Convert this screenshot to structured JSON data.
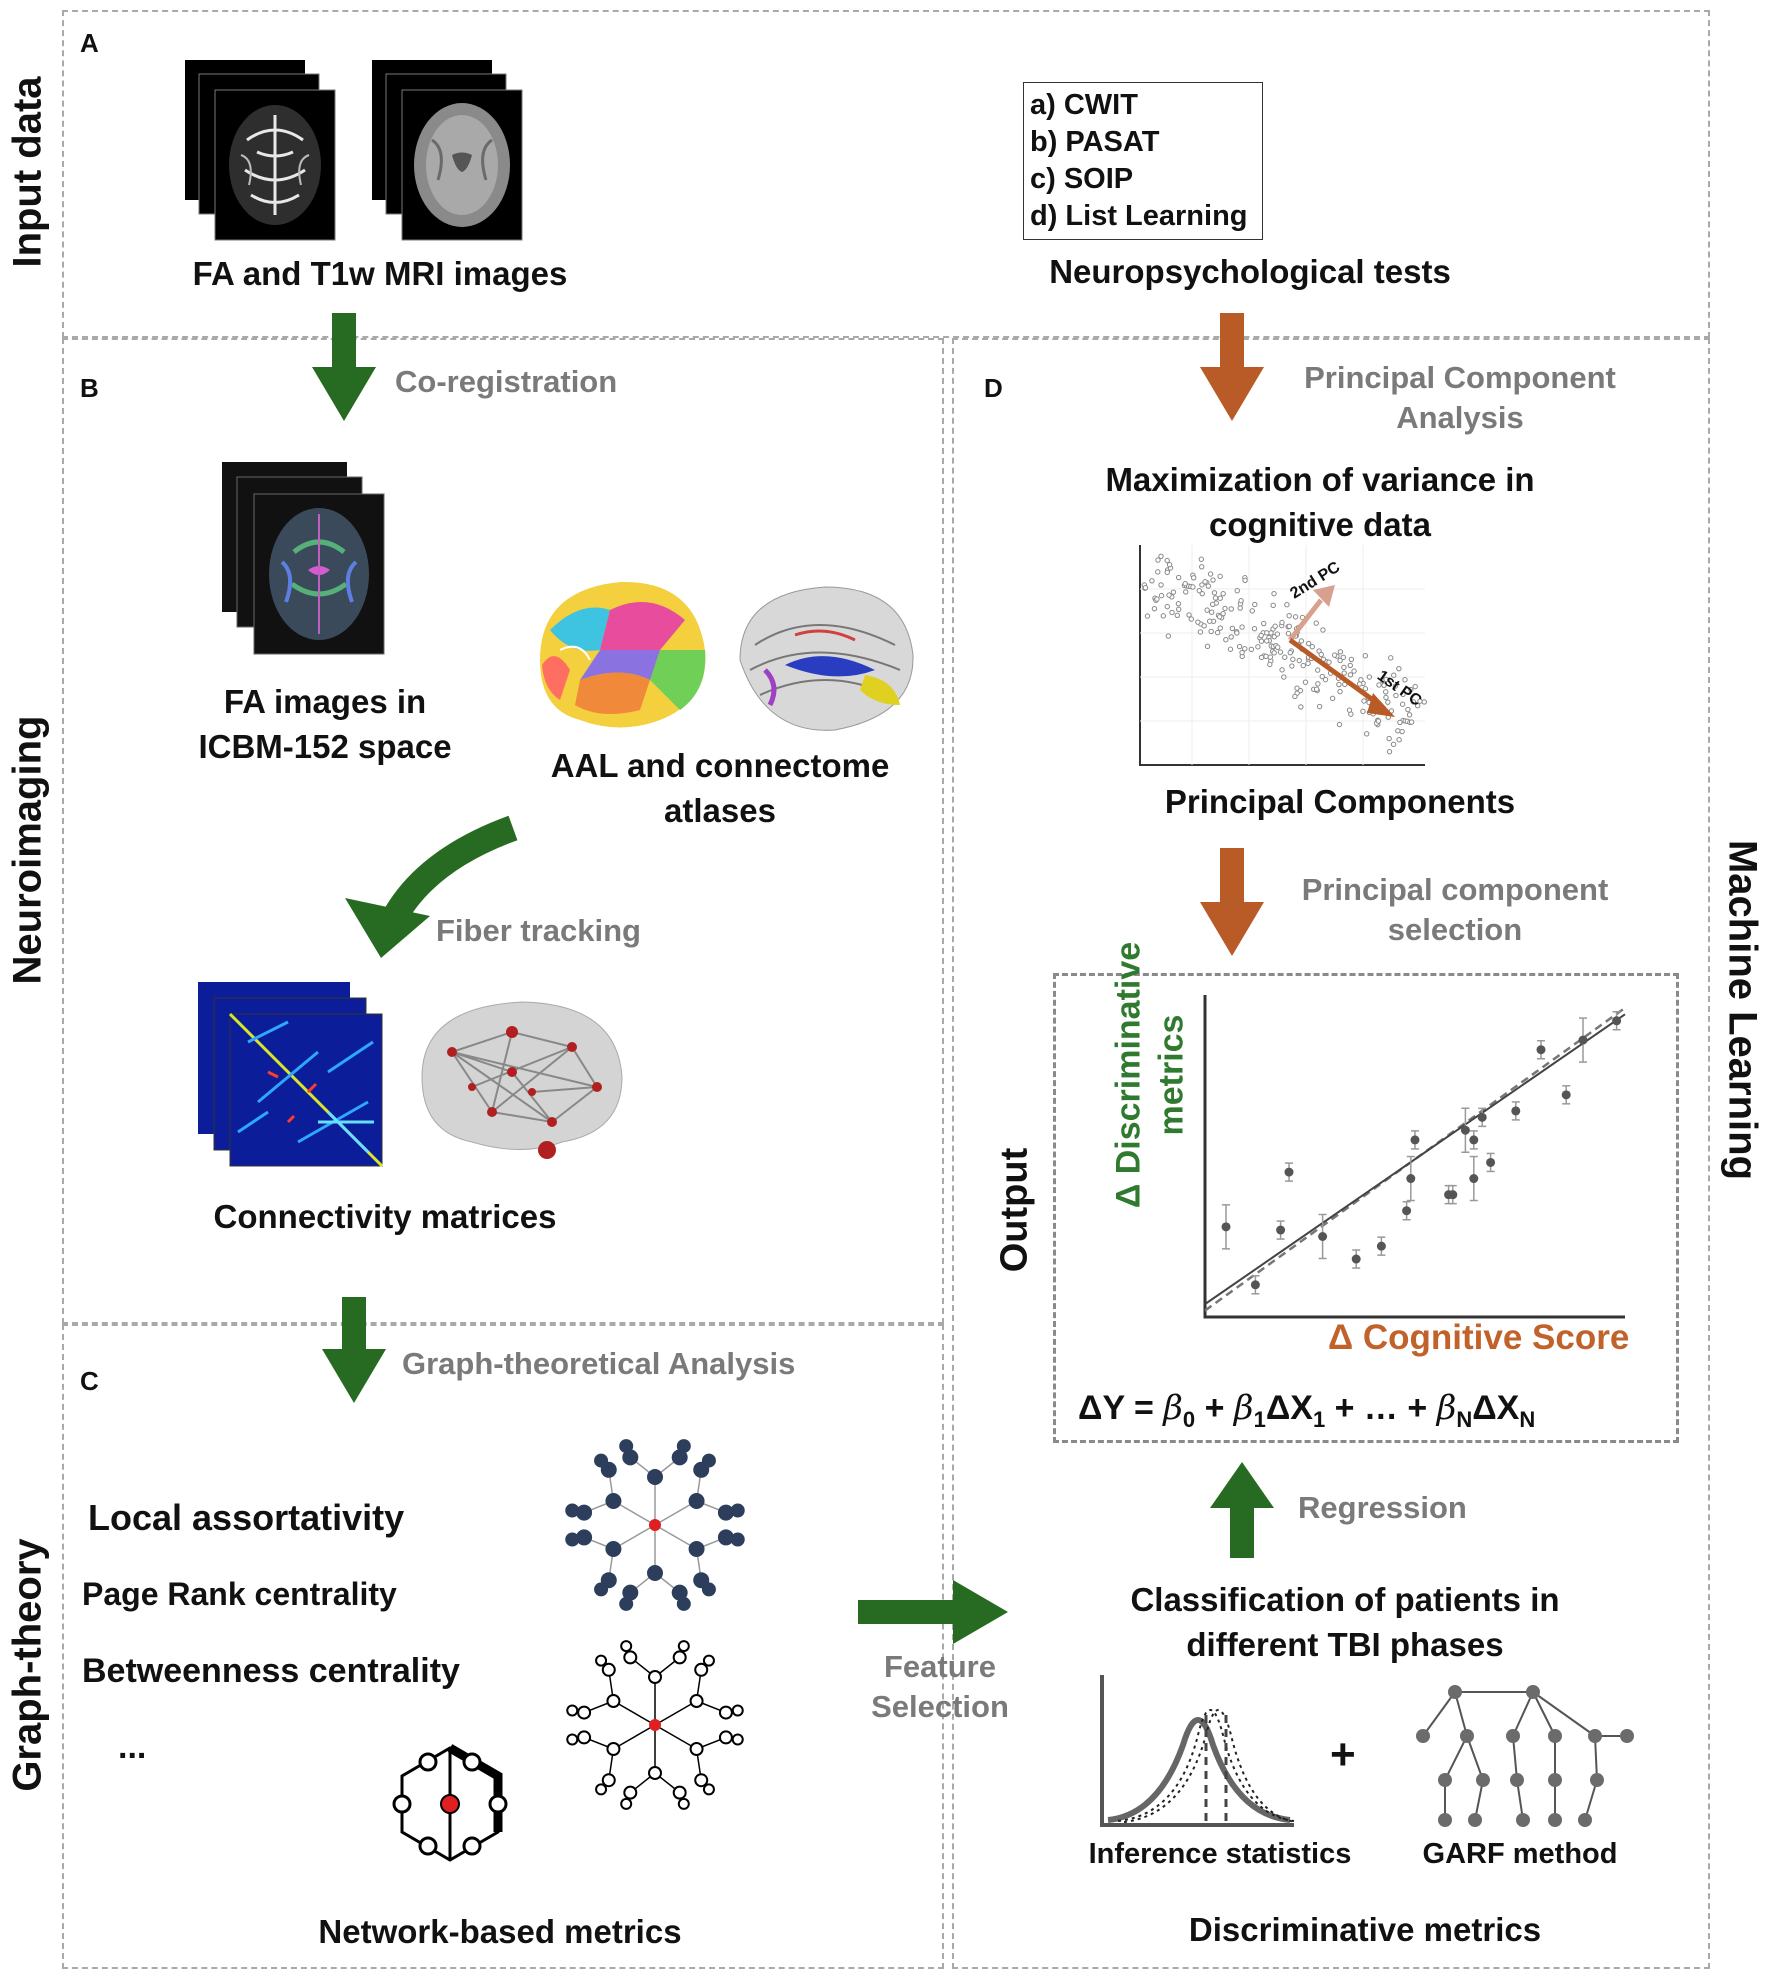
{
  "side_labels": {
    "input": "Input data",
    "neuro": "Neuroimaging",
    "graph": "Graph-theory",
    "ml": "Machine Learning"
  },
  "panels": {
    "a": "A",
    "b": "B",
    "c": "C",
    "d": "D"
  },
  "input": {
    "mri_caption": "FA and T1w MRI images",
    "tests": [
      "a) CWIT",
      "b) PASAT",
      "c) SOIP",
      "d) List Learning"
    ],
    "tests_caption": "Neuropsychological tests"
  },
  "neuro": {
    "coreg": "Co-registration",
    "fa_caption_1": "FA images in",
    "fa_caption_2": "ICBM-152 space",
    "atlas_caption_1": "AAL and connectome",
    "atlas_caption_2": "atlases",
    "fiber": "Fiber tracking",
    "conn_caption": "Connectivity matrices"
  },
  "graph": {
    "gta": "Graph-theoretical Analysis",
    "metrics": [
      "Local assortativity",
      "Page Rank centrality",
      "Betweenness centrality",
      "..."
    ],
    "net_caption": "Network-based metrics",
    "feature_1": "Feature",
    "feature_2": "Selection"
  },
  "ml": {
    "pca_1": "Principal Component",
    "pca_2": "Analysis",
    "maxvar_1": "Maximization of variance in",
    "maxvar_2": "cognitive data",
    "pc2": "2nd PC",
    "pc1": "1st PC",
    "pcs_caption": "Principal Components",
    "pcsel_1": "Principal component",
    "pcsel_2": "selection",
    "output": "Output",
    "ylabel_1": "Δ Discriminative",
    "ylabel_2": "metrics",
    "xlabel": "Δ Cognitive Score",
    "regression": "Regression",
    "class_1": "Classification of patients in",
    "class_2": "different TBI phases",
    "plus": "+",
    "inference": "Inference statistics",
    "garf": "GARF method",
    "disc_caption": "Discriminative metrics"
  },
  "formula": {
    "dy": "ΔY = ",
    "b0": "β",
    "s0": "0",
    "p1": " + ",
    "b1": "β",
    "s1": "1",
    "x1": "ΔX",
    "sx1": "1",
    "mid": " + … + ",
    "bn": "β",
    "sn": "N",
    "xn": "ΔX",
    "sxn": "N"
  },
  "colors": {
    "green": "#276b22",
    "orange": "#b95b26",
    "orange_light": "#d8a08e",
    "green_text": "#2f7a2f",
    "orange_text": "#c0622a",
    "gray_text": "#7a7a7a"
  },
  "chart_data": [
    {
      "type": "scatter",
      "title": "",
      "xlabel": "Δ Cognitive Score",
      "ylabel": "Δ Discriminative metrics",
      "grid": false,
      "points": [
        [
          0.05,
          0.28
        ],
        [
          0.12,
          0.1
        ],
        [
          0.18,
          0.27
        ],
        [
          0.2,
          0.45
        ],
        [
          0.28,
          0.25
        ],
        [
          0.36,
          0.18
        ],
        [
          0.42,
          0.22
        ],
        [
          0.48,
          0.33
        ],
        [
          0.49,
          0.43
        ],
        [
          0.5,
          0.55
        ],
        [
          0.58,
          0.38
        ],
        [
          0.59,
          0.38
        ],
        [
          0.62,
          0.58
        ],
        [
          0.64,
          0.55
        ],
        [
          0.66,
          0.62
        ],
        [
          0.68,
          0.48
        ],
        [
          0.64,
          0.43
        ],
        [
          0.74,
          0.64
        ],
        [
          0.8,
          0.83
        ],
        [
          0.86,
          0.69
        ],
        [
          0.9,
          0.86
        ],
        [
          0.98,
          0.92
        ]
      ],
      "fit_line": true
    }
  ]
}
